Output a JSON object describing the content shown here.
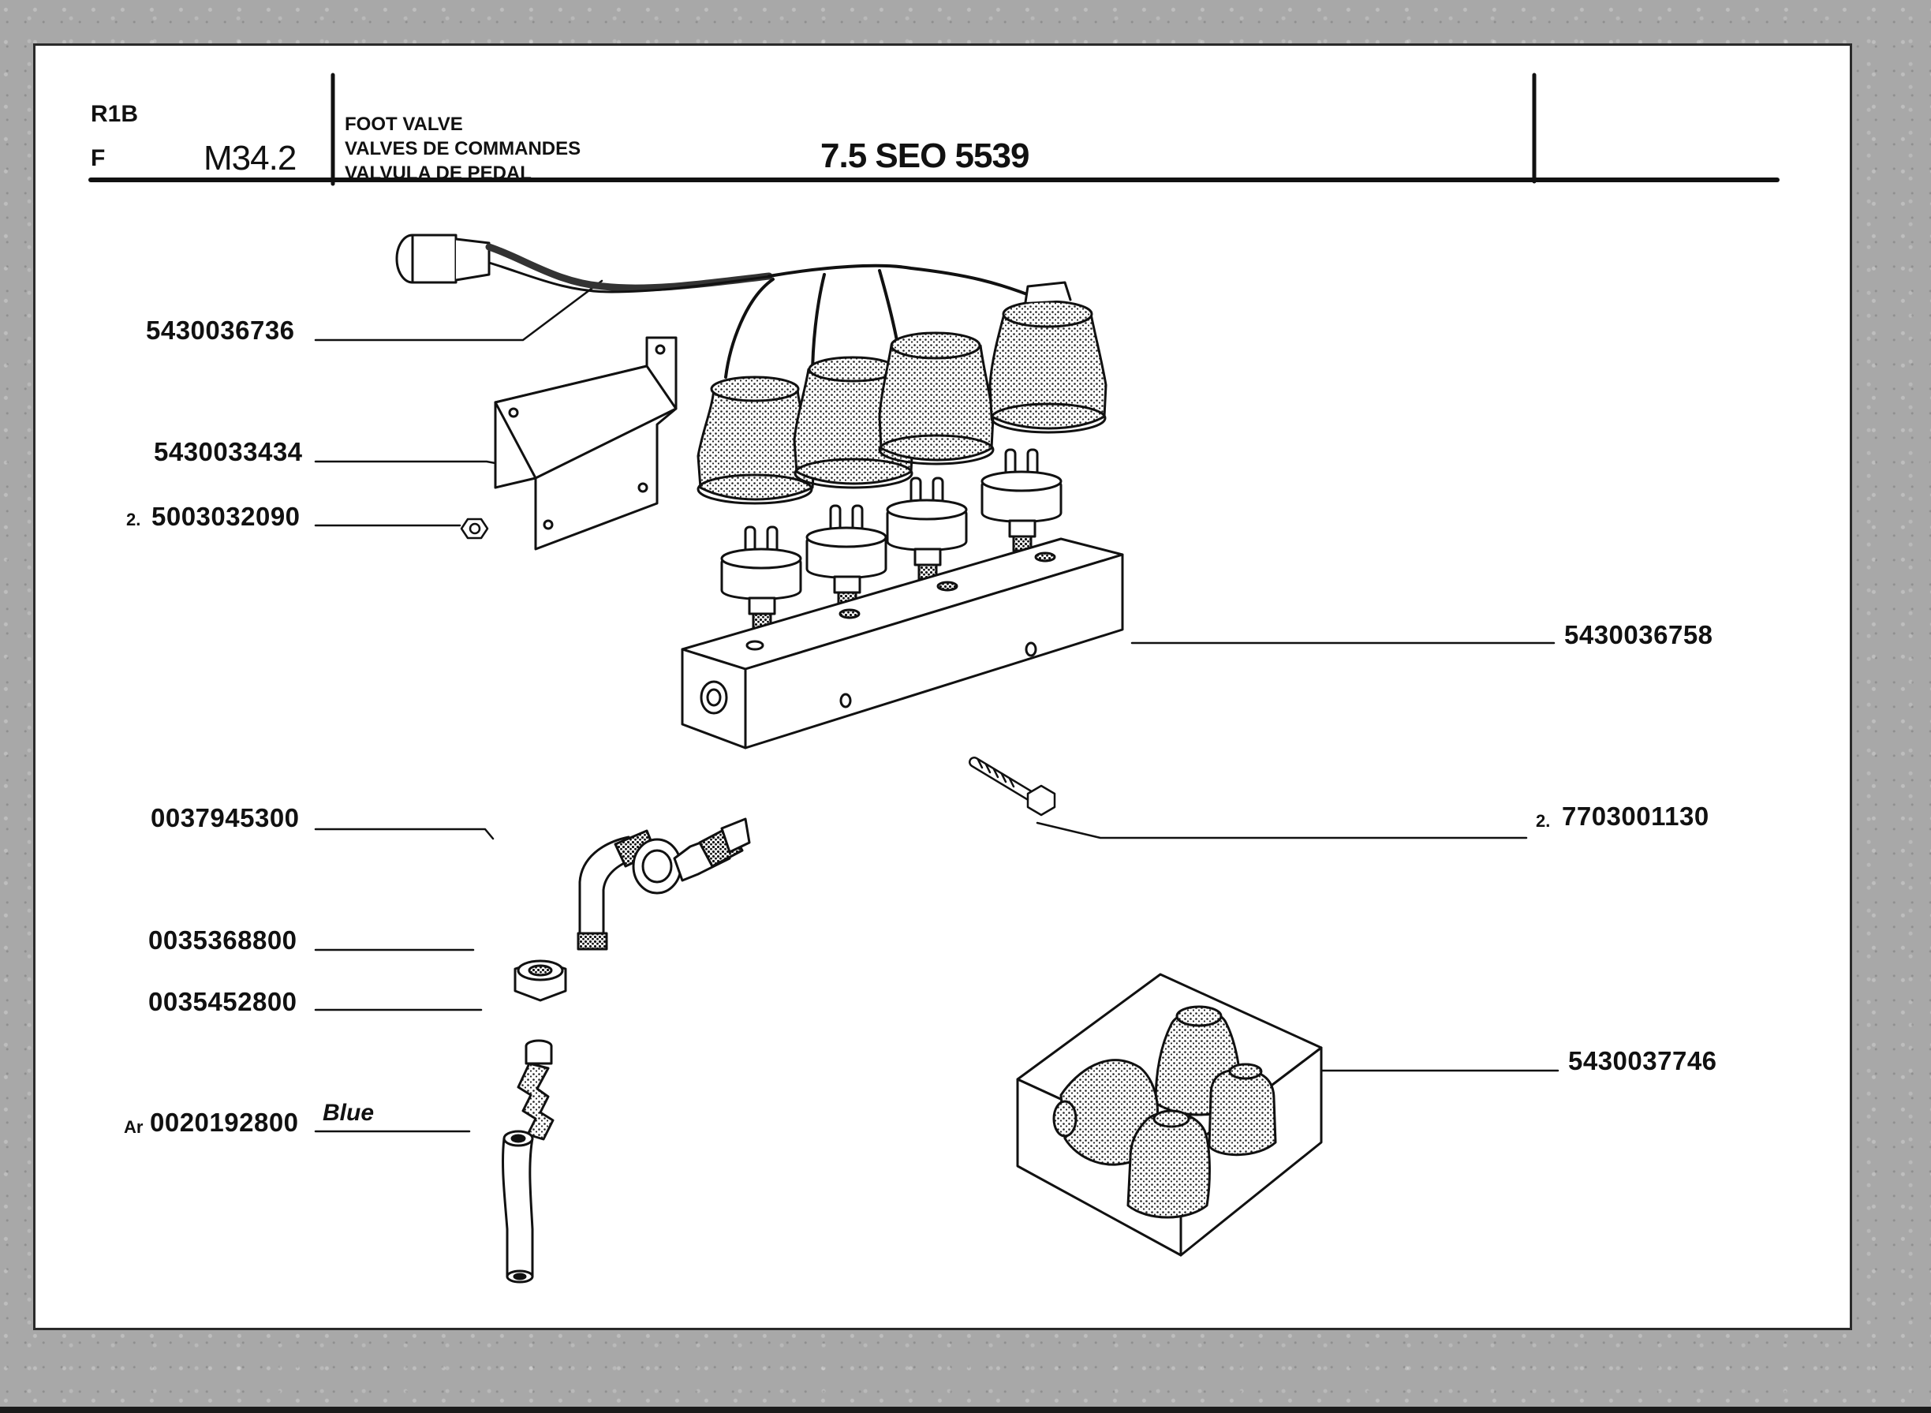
{
  "header": {
    "code_top": "R1B",
    "code_bottom": "F",
    "section": "M34.2",
    "titles": [
      "FOOT VALVE",
      "VALVES DE COMMANDES",
      "VALVULA DE PEDAL"
    ],
    "model_ref": "7.5 SEO 5539"
  },
  "parts": [
    {
      "id": "cable-harness",
      "number": "5430036736",
      "qty": ""
    },
    {
      "id": "bracket",
      "number": "5430033434",
      "qty": ""
    },
    {
      "id": "nut",
      "number": "5003032090",
      "qty": "2."
    },
    {
      "id": "manifold",
      "number": "5430036758",
      "qty": ""
    },
    {
      "id": "bolt",
      "number": "7703001130",
      "qty": "2."
    },
    {
      "id": "elbow",
      "number": "0037945300",
      "qty": ""
    },
    {
      "id": "union-nut",
      "number": "0035368800",
      "qty": ""
    },
    {
      "id": "hose-nipple",
      "number": "0035452800",
      "qty": ""
    },
    {
      "id": "hose",
      "number": "0020192800",
      "qty": "Ar",
      "colour": "Blue"
    },
    {
      "id": "switch-kit",
      "number": "5430037746",
      "qty": ""
    }
  ],
  "colors": {
    "ink": "#111111",
    "paper": "#ffffff",
    "background": "#a8a8a8"
  }
}
